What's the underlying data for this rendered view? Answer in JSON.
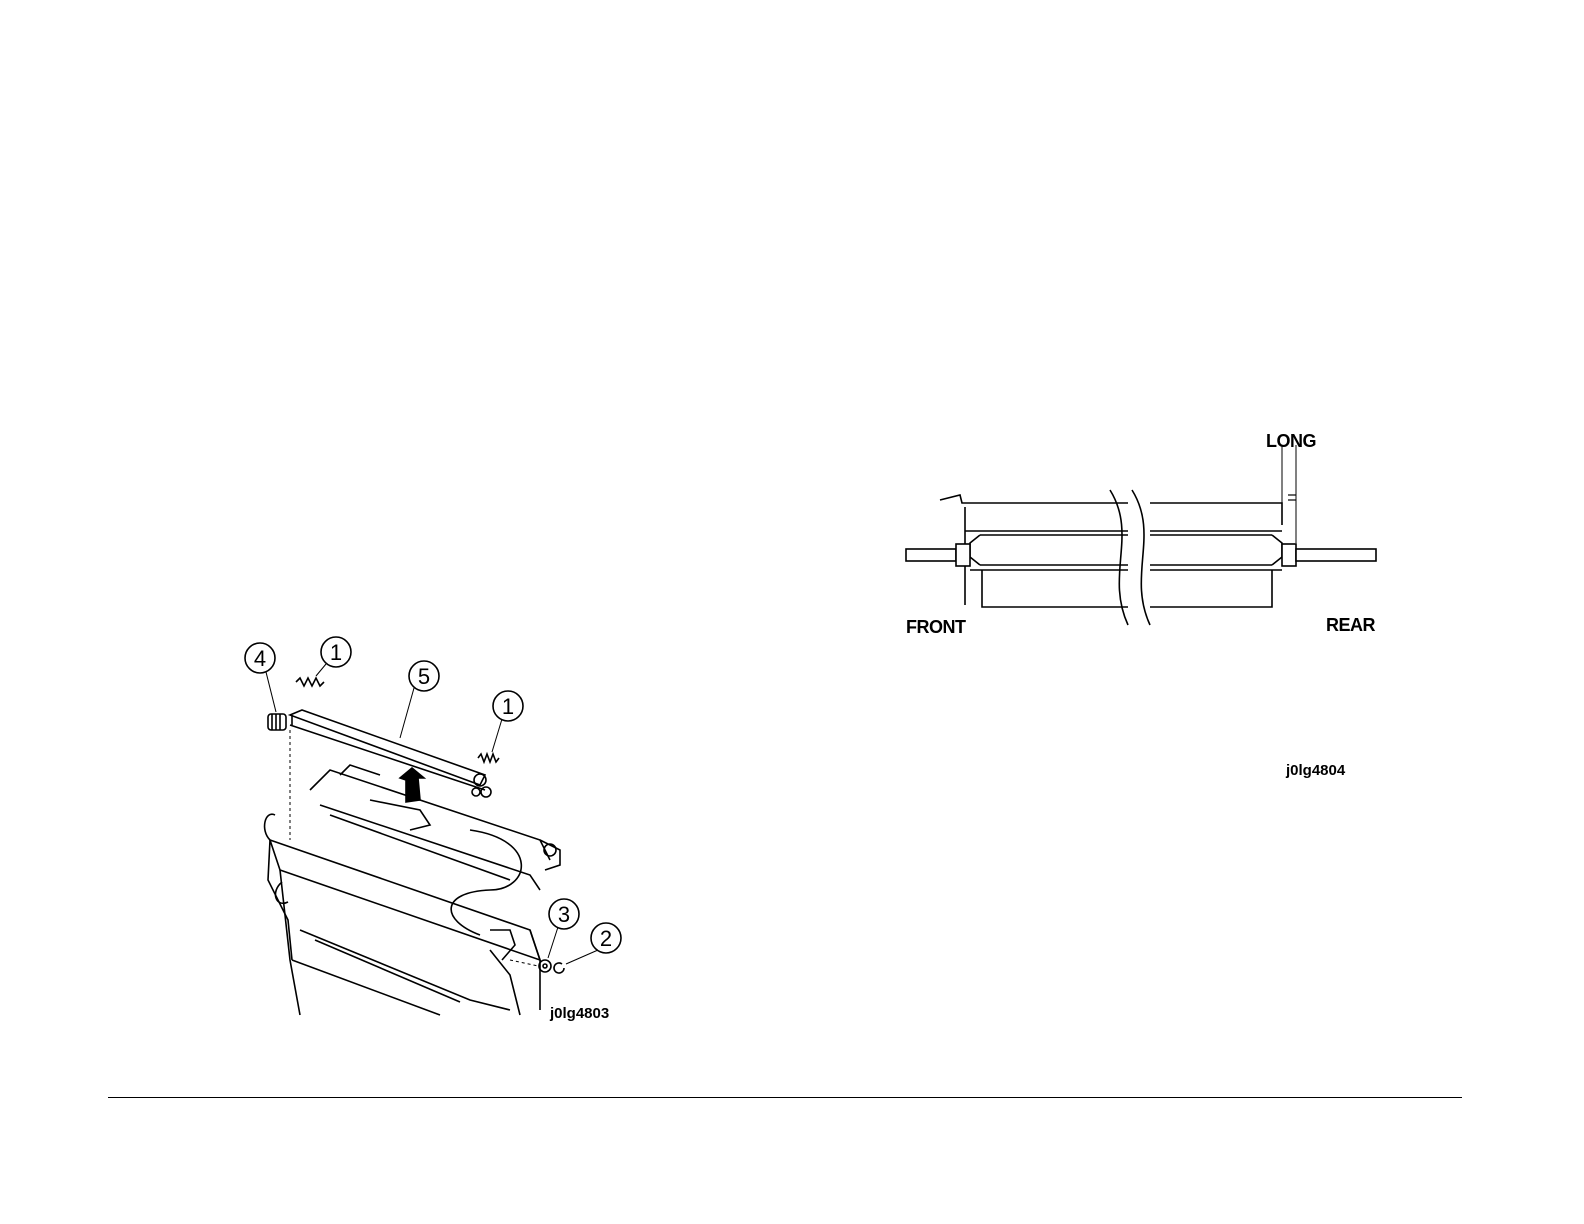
{
  "figure_left": {
    "id": "j0lg4803",
    "callouts": [
      "1",
      "1",
      "2",
      "3",
      "4",
      "5"
    ]
  },
  "figure_right": {
    "id": "j0lg4804",
    "labels": {
      "long": "LONG",
      "front": "FRONT",
      "rear": "REAR"
    }
  },
  "colors": {
    "ink": "#000000",
    "background": "#ffffff"
  }
}
